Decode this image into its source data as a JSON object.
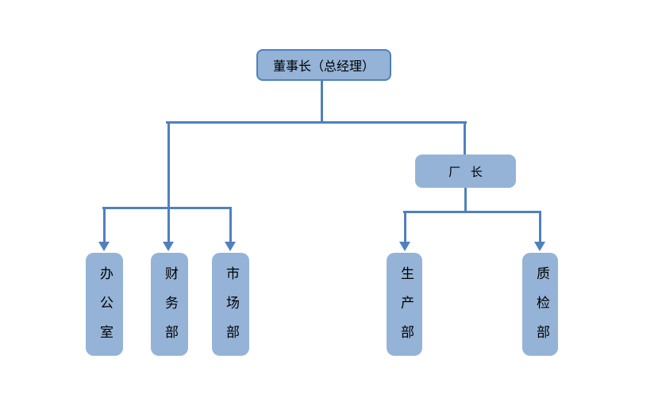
{
  "diagram": {
    "type": "org-chart",
    "nodes": {
      "chairman": {
        "label": "董事长（总经理）"
      },
      "factory_director": {
        "label": "厂 长"
      },
      "departments_left": [
        {
          "label": "办公室"
        },
        {
          "label": "财务部"
        },
        {
          "label": "市场部"
        }
      ],
      "departments_right": [
        {
          "label": "生产部"
        },
        {
          "label": "质检部"
        }
      ]
    },
    "hierarchy": {
      "chairman_children_left": [
        "办公室",
        "财务部",
        "市场部"
      ],
      "chairman_children_right": [
        "厂 长"
      ],
      "factory_director_children": [
        "生产部",
        "质检部"
      ]
    },
    "colors": {
      "node_fill": "#95B3D7",
      "node_border": "#4F81BD",
      "connector": "#4F81BD",
      "text": "#000000",
      "background": "#FFFFFF"
    }
  }
}
